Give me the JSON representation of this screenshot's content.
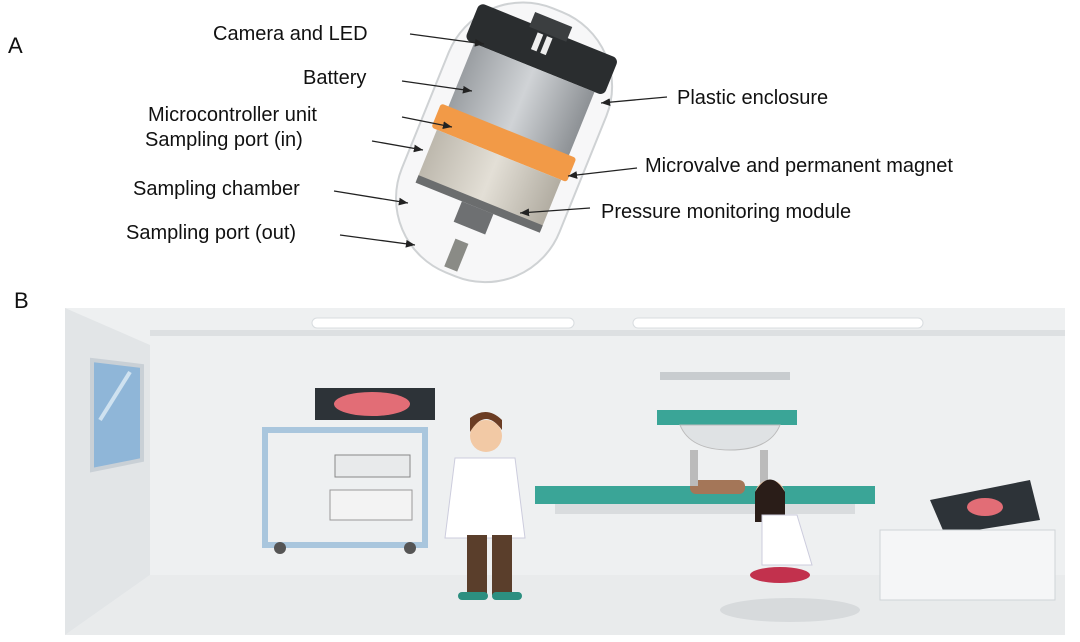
{
  "panel_a": {
    "letter": "A",
    "labels": {
      "camera": "Camera and LED",
      "battery": "Battery",
      "mcu": "Microcontroller unit",
      "port_in": "Sampling port (in)",
      "chamber": "Sampling chamber",
      "port_out": "Sampling port (out)",
      "enclosure": "Plastic enclosure",
      "microvalve": "Microvalve and permanent magnet",
      "pressure": "Pressure monitoring module"
    }
  },
  "panel_b": {
    "letter": "B"
  },
  "colors": {
    "orange": "#f29a47",
    "teal": "#3aa597",
    "wall": "#eef0f1"
  }
}
